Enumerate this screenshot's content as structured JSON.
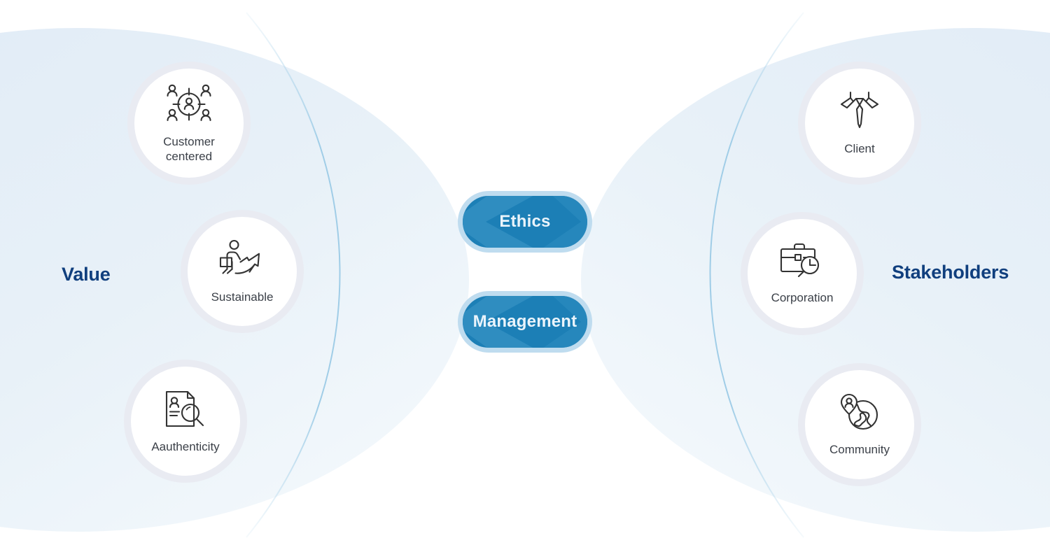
{
  "diagram": {
    "title_left": "Value",
    "title_right": "Stakeholders",
    "center_nodes": [
      {
        "id": "ethics",
        "label": "Ethics"
      },
      {
        "id": "management",
        "label": "Management"
      }
    ],
    "left_nodes": [
      {
        "id": "customer",
        "label": "Customer\ncentered",
        "icon": "people-target-icon"
      },
      {
        "id": "sustainable",
        "label": "Sustainable",
        "icon": "person-climbing-arrow-icon"
      },
      {
        "id": "authenticity",
        "label": "Aauthenticity",
        "icon": "document-person-magnifier-icon"
      }
    ],
    "right_nodes": [
      {
        "id": "client",
        "label": "Client",
        "icon": "necktie-collar-icon"
      },
      {
        "id": "corporation",
        "label": "Corporation",
        "icon": "briefcase-magnifier-icon"
      },
      {
        "id": "community",
        "label": "Community",
        "icon": "globe-person-pin-icon"
      }
    ]
  },
  "colors": {
    "heading_navy": "#103f7e",
    "pill_fill": "#1c7fb6",
    "pill_ring": "#bfdcef",
    "pill_text": "#eaf4fb",
    "node_ring": "#e9ebf2",
    "node_label": "#3b4048",
    "connector_line": "#2b7fb5",
    "arc_line": "#bcdcee",
    "background": "#ffffff",
    "blob_tint": "#e4eef7",
    "icon_stroke": "#333333"
  }
}
